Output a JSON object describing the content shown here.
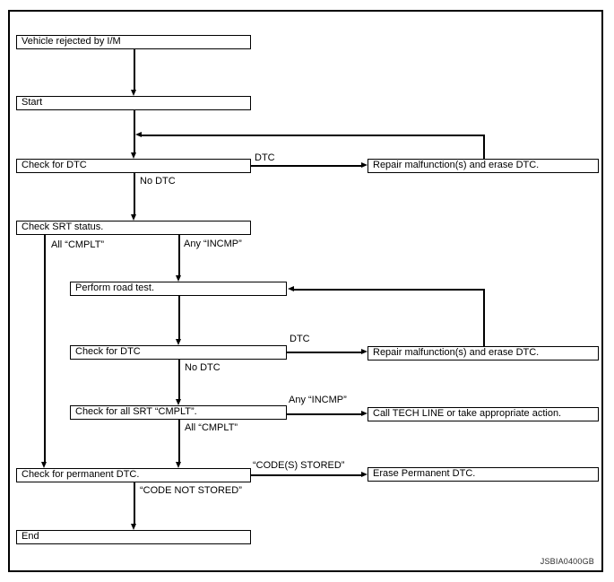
{
  "figure_code": "JSBIA0400GB",
  "colors": {
    "line": "#000000",
    "box_fill": "#ffffff",
    "background": "#ffffff"
  },
  "flowchart": {
    "nodes": {
      "vehicle_rejected": "Vehicle rejected by I/M",
      "start": "Start",
      "check_dtc_1": "Check for DTC",
      "repair_1": "Repair malfunction(s) and erase DTC.",
      "check_srt": "Check SRT status.",
      "road_test": "Perform road test.",
      "check_dtc_2": "Check for DTC",
      "repair_2": "Repair malfunction(s) and erase DTC.",
      "check_all_srt": "Check for all SRT “CMPLT”.",
      "call_tech_line": "Call TECH LINE or take appropriate action.",
      "check_permanent_dtc": "Check for permanent DTC.",
      "erase_permanent_dtc": "Erase Permanent DTC.",
      "end": "End"
    },
    "edge_labels": {
      "dtc_1": "DTC",
      "no_dtc_1": "No DTC",
      "all_cmplt_1": "All “CMPLT”",
      "any_incmp_1": "Any “INCMP”",
      "dtc_2": "DTC",
      "no_dtc_2": "No DTC",
      "any_incmp_2": "Any “INCMP”",
      "all_cmplt_2": "All “CMPLT”",
      "codes_stored": "“CODE(S) STORED”",
      "code_not_stored": "“CODE NOT STORED”"
    },
    "edges": [
      {
        "from": "vehicle_rejected",
        "to": "start",
        "label": ""
      },
      {
        "from": "start",
        "to": "check_dtc_1",
        "label": ""
      },
      {
        "from": "check_dtc_1",
        "to": "repair_1",
        "label": "DTC"
      },
      {
        "from": "repair_1",
        "to": "check_dtc_1",
        "label": "",
        "note": "return loop"
      },
      {
        "from": "check_dtc_1",
        "to": "check_srt",
        "label": "No DTC"
      },
      {
        "from": "check_srt",
        "to": "check_permanent_dtc",
        "label": "All “CMPLT”"
      },
      {
        "from": "check_srt",
        "to": "road_test",
        "label": "Any “INCMP”"
      },
      {
        "from": "road_test",
        "to": "check_dtc_2",
        "label": ""
      },
      {
        "from": "check_dtc_2",
        "to": "repair_2",
        "label": "DTC"
      },
      {
        "from": "repair_2",
        "to": "road_test",
        "label": "",
        "note": "return loop"
      },
      {
        "from": "check_dtc_2",
        "to": "check_all_srt",
        "label": "No DTC"
      },
      {
        "from": "check_all_srt",
        "to": "call_tech_line",
        "label": "Any “INCMP”"
      },
      {
        "from": "check_all_srt",
        "to": "check_permanent_dtc",
        "label": "All “CMPLT”"
      },
      {
        "from": "check_permanent_dtc",
        "to": "erase_permanent_dtc",
        "label": "“CODE(S) STORED”"
      },
      {
        "from": "check_permanent_dtc",
        "to": "end",
        "label": "“CODE NOT STORED”"
      }
    ]
  }
}
